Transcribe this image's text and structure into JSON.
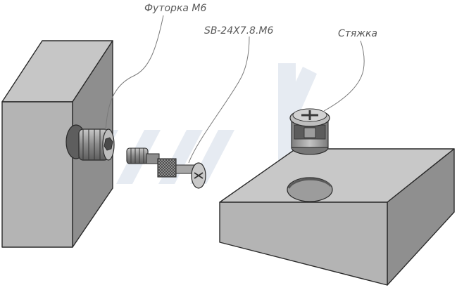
{
  "labels": {
    "insert": "Футорка М6",
    "bolt": "SB-24X7.8.M6",
    "cam": "Стяжка"
  },
  "colors": {
    "block_front": "#b4b4b4",
    "block_side": "#8f8f8f",
    "block_top": "#c8c8c8",
    "metal": "#a6a6a6",
    "metal_dark": "#6a6a6a",
    "watermark": "#cfd8e6"
  }
}
